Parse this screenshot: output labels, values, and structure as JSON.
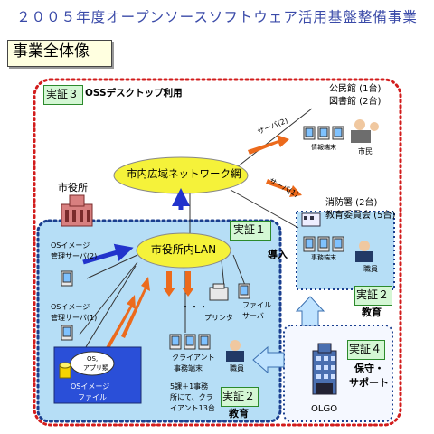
{
  "title": "２００５年度オープンソースソフトウェア活用基盤整備事業",
  "section_label": "事業全体像",
  "demo3": {
    "label": "実証３",
    "caption": "OSSデスクトップ利用"
  },
  "demo1": {
    "label": "実証１"
  },
  "demo2a": {
    "label": "実証２",
    "caption": "教育"
  },
  "demo2b": {
    "label": "実証２",
    "caption": "教育"
  },
  "demo4": {
    "label": "実証４",
    "caption_line1": "保守・",
    "caption_line2": "サポート"
  },
  "network": {
    "label": "市内広域ネットワーク網"
  },
  "lan": {
    "label": "市役所内LAN"
  },
  "city_hall": {
    "label": "市役所"
  },
  "olgo": {
    "label": "OLGO"
  },
  "intro_label": "導入",
  "public_facility": {
    "line1": "公民館 (1台)",
    "line2": "図書館 (2台)",
    "terminal": "情報端末",
    "citizen": "市民"
  },
  "fire_dept": {
    "line1": "消防署 (2台)",
    "line2": "教育委員会 (5台)",
    "terminal": "事務端末",
    "staff": "職員"
  },
  "server_top": "サーバ(2)",
  "server_mid": "サーバ(1)",
  "os_server2": {
    "line1": "OSイメージ",
    "line2": "管理サーバ(2)"
  },
  "os_server1": {
    "line1": "OSイメージ",
    "line2": "管理サーバ(1)"
  },
  "os_file": {
    "bubble_line1": "OS,",
    "bubble_line2": "アプリ類",
    "line1": "OSイメージ",
    "line2": "ファイル"
  },
  "printer": "プリンタ",
  "file_server": {
    "line1": "ファイル",
    "line2": "サーバ"
  },
  "ellipsis": "・・・",
  "client": {
    "line1": "クライアント",
    "line2": "事務端末"
  },
  "dept_note": {
    "line1": "5課＋1事務",
    "line2": "所にて、クラ",
    "line3": "イアント13台"
  },
  "staff_bottom": "職員",
  "colors": {
    "title": "#3a4aa8",
    "red_dash": "#d21c1c",
    "blue_region": "#b6def6",
    "blue_dash": "#1a3f8f",
    "green_box": "#d4f7d4",
    "green_border": "#2c8a2c",
    "yellow_ellipse": "#f5f23a",
    "orange_arrow": "#ec6a1c",
    "blue_arrow": "#2233cc"
  }
}
